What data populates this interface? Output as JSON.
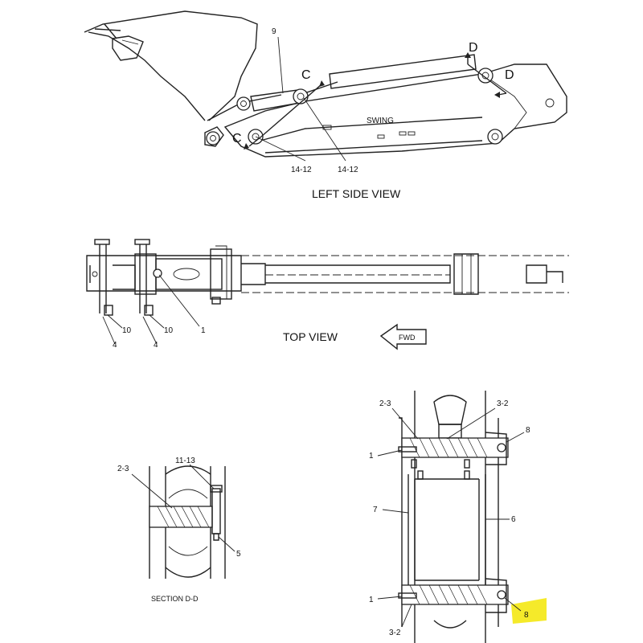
{
  "views": {
    "left_side_title": "LEFT SIDE VIEW",
    "top_title": "TOP VIEW",
    "section_title": "SECTION  D-D",
    "fwd_label": "FWD",
    "swing_label": "SWING"
  },
  "section_markers": {
    "c_upper": "C",
    "c_lower": "C",
    "d_left": "D",
    "d_right": "D"
  },
  "callouts": {
    "side_9": "9",
    "side_14_12_a": "14-12",
    "side_14_12_b": "14-12",
    "top_10_a": "10",
    "top_10_b": "10",
    "top_4_a": "4",
    "top_4_b": "4",
    "top_1": "1",
    "sec_2_3": "2-3",
    "sec_11_13": "11-13",
    "sec_5": "5",
    "det_2_3": "2-3",
    "det_3_2_top": "3-2",
    "det_8_top": "8",
    "det_1_top": "1",
    "det_7": "7",
    "det_6": "6",
    "det_1_bottom": "1",
    "det_8_bottom": "8",
    "det_3_2_bottom": "3-2"
  },
  "highlight_color": "#f5ea2a"
}
